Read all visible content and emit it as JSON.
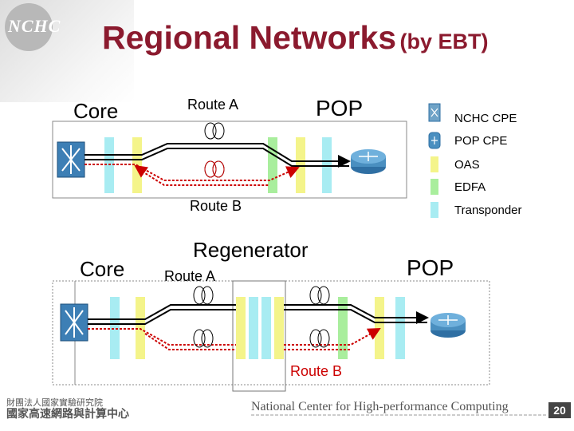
{
  "logo": {
    "text": "NCHC"
  },
  "title": {
    "main": "Regional Networks",
    "sub": "(by EBT)"
  },
  "top_diagram": {
    "core_label": "Core",
    "route_a": "Route A",
    "route_b": "Route B",
    "pop_label": "POP"
  },
  "legend": [
    {
      "label": "NCHC CPE",
      "icon": "nchc-cpe-icon",
      "color": "#6fa3c7"
    },
    {
      "label": "POP CPE",
      "icon": "pop-cpe-icon",
      "color": "#4a8fc0"
    },
    {
      "label": "OAS",
      "icon": "oas-swatch",
      "color": "#f4f48a"
    },
    {
      "label": "EDFA",
      "icon": "edfa-swatch",
      "color": "#a9ee9d"
    },
    {
      "label": "Transponder",
      "icon": "transponder-swatch",
      "color": "#a8ecf2"
    }
  ],
  "bottom_diagram": {
    "core_label": "Core",
    "regenerator_label": "Regenerator",
    "route_a": "Route A",
    "route_b": "Route B",
    "pop_label": "POP"
  },
  "colors": {
    "title": "#8b1a2e",
    "route_a_line": "#000000",
    "route_b_line": "#cc0000",
    "router": "#4a8fc0"
  },
  "footer": {
    "org_name": "National Center for High-performance Computing",
    "page_number": "20",
    "chinese_logo_line1": "財團法人國家實驗研究院",
    "chinese_logo_line2": "國家高速網路與計算中心"
  }
}
